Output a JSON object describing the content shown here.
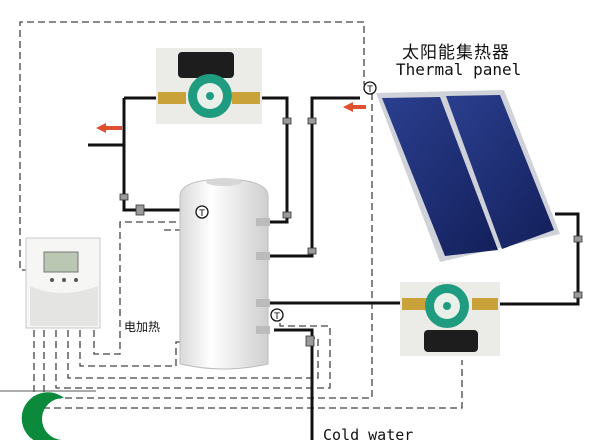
{
  "labels": {
    "thermal_panel_cn": "太阳能集热器",
    "thermal_panel_en": "Thermal panel",
    "electric_heater": "电加热",
    "cold_water": "Cold water"
  },
  "sensors": [
    "T",
    "T",
    "T"
  ],
  "colors": {
    "pipe": "#111111",
    "panel_glass": "#1c2f7a",
    "panel_frame": "#cfd2d8",
    "pump_body": "#1f9b80",
    "brass": "#c9a23a",
    "tank": "#f4f4f4",
    "flow_arrow": "#e0502e",
    "logo": "#0a8a3a"
  },
  "icons": [
    "pump-icon",
    "thermal-panel-icon",
    "storage-tank-icon",
    "controller-icon",
    "temperature-sensor-icon",
    "flow-arrow-icon",
    "logo-icon"
  ]
}
